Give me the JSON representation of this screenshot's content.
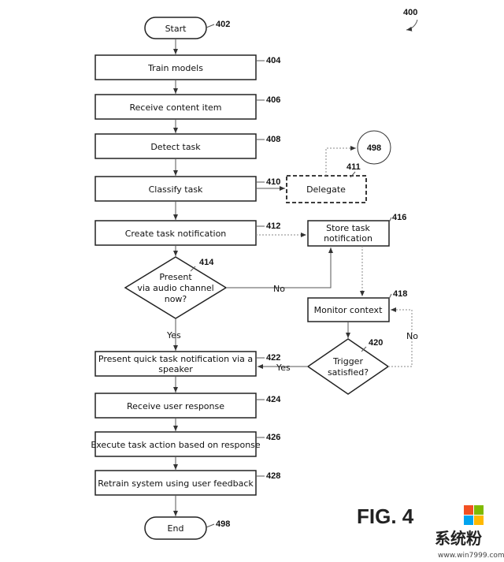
{
  "figure_ref": "400",
  "figure_label": "FIG. 4",
  "nodes": {
    "start": {
      "text": "Start",
      "ref": "402"
    },
    "train": {
      "text": "Train models",
      "ref": "404"
    },
    "receive": {
      "text": "Receive content item",
      "ref": "406"
    },
    "detect": {
      "text": "Detect task",
      "ref": "408"
    },
    "classify": {
      "text": "Classify task",
      "ref": "410"
    },
    "delegate": {
      "text": "Delegate",
      "ref": "411"
    },
    "end_circle": {
      "text": "498"
    },
    "create": {
      "text": "Create task notification",
      "ref": "412"
    },
    "store": {
      "line1": "Store task",
      "line2": "notification",
      "ref": "416"
    },
    "present_q": {
      "line1": "Present",
      "line2": "via audio channel",
      "line3": "now?",
      "ref": "414"
    },
    "monitor": {
      "text": "Monitor context",
      "ref": "418"
    },
    "trigger": {
      "line1": "Trigger",
      "line2": "satisfied?",
      "ref": "420"
    },
    "present_quick": {
      "line1": "Present quick task notification via a",
      "line2": "speaker",
      "ref": "422"
    },
    "user_response": {
      "text": "Receive user response",
      "ref": "424"
    },
    "execute": {
      "text": "Execute task action based on response",
      "ref": "426"
    },
    "retrain": {
      "text": "Retrain system using user feedback",
      "ref": "428"
    },
    "end": {
      "text": "End",
      "ref": "498"
    }
  },
  "edge_labels": {
    "no_present": "No",
    "yes_present": "Yes",
    "yes_trigger": "Yes",
    "no_trigger": "No"
  },
  "watermark": {
    "text": "系统粉",
    "url": "www.win7999.com",
    "logo_colors": [
      "#f25022",
      "#7fba00",
      "#00a4ef",
      "#ffb900"
    ]
  }
}
